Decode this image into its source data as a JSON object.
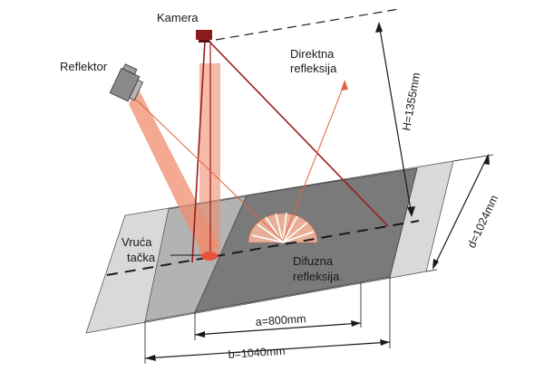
{
  "labels": {
    "camera": "Kamera",
    "reflector": "Reflektor",
    "direct_line1": "Direktna",
    "direct_line2": "refleksija",
    "hot_line1": "Vruća",
    "hot_line2": "tačka",
    "diffuse_line1": "Difuzna",
    "diffuse_line2": "refleksija"
  },
  "dimensions": {
    "height": "H=1355mm",
    "depth": "d=1024mm",
    "a": "a=800mm",
    "b": "b=1040mm"
  },
  "colors": {
    "outer_floor": "#d9d9d9",
    "middle_floor": "#b3b3b3",
    "inner_floor": "#7a7a7a",
    "beam": "#f08c6e",
    "ray": "#e0643c",
    "frame_line": "#9b1b1b",
    "hotspot": "#e8533a"
  }
}
